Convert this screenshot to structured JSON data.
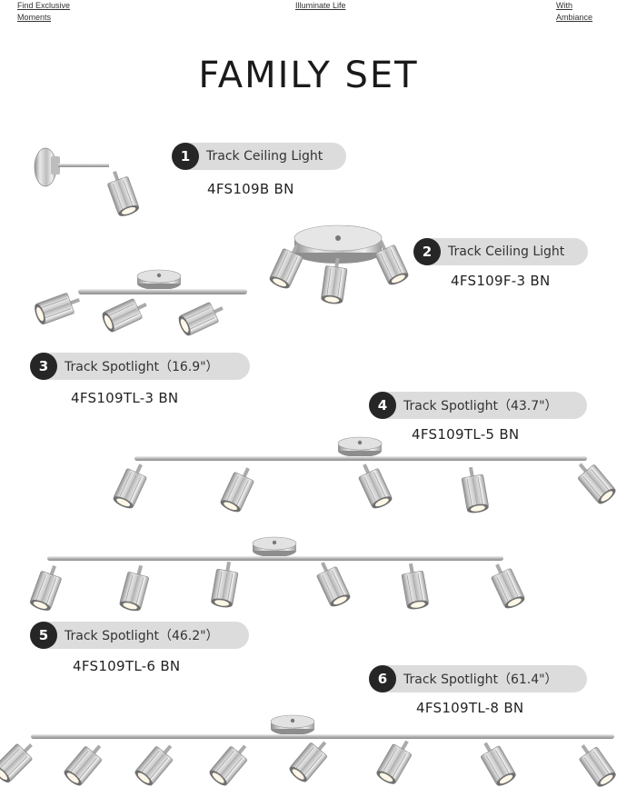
{
  "top_links": [
    "Find Exclusive Moments",
    "Illuminate Life",
    "With Ambiance"
  ],
  "title": "FAMILY SET",
  "products": [
    {
      "number": "1",
      "label": "Track Ceiling Light",
      "model": "4FS109B BN"
    },
    {
      "number": "2",
      "label": "Track Ceiling Light",
      "model": "4FS109F-3 BN"
    },
    {
      "number": "3",
      "label": "Track Spotlight（16.9\"）",
      "model": "4FS109TL-3 BN"
    },
    {
      "number": "4",
      "label": "Track Spotlight（43.7\"）",
      "model": "4FS109TL-5 BN"
    },
    {
      "number": "5",
      "label": "Track Spotlight（46.2\"）",
      "model": "4FS109TL-6 BN"
    },
    {
      "number": "6",
      "label": "Track Spotlight（61.4\"）",
      "model": "4FS109TL-8 BN"
    }
  ],
  "colors": {
    "badge": "#262626",
    "pill": "#dcdcdc",
    "metal": "#c8c8c8"
  }
}
